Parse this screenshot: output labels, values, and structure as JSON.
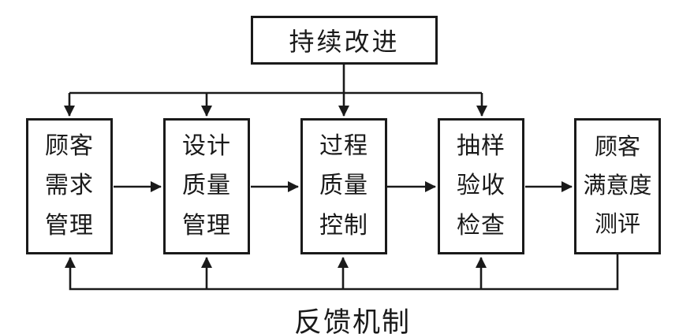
{
  "diagram": {
    "title_box": {
      "label": "持续改进"
    },
    "process_boxes": [
      {
        "id": "customer-requirements-management",
        "label": "顾客\n需求\n管理"
      },
      {
        "id": "design-quality-management",
        "label": "设计\n质量\n管理"
      },
      {
        "id": "process-quality-control",
        "label": "过程\n质量\n控制"
      },
      {
        "id": "sampling-acceptance-inspection",
        "label": "抽样\n验收\n检查"
      },
      {
        "id": "customer-satisfaction-evaluation",
        "label": "顾客\n满意度\n测评"
      }
    ],
    "flow_arrows": [
      "customer-requirements-management → design-quality-management",
      "design-quality-management → process-quality-control",
      "process-quality-control → sampling-acceptance-inspection",
      "sampling-acceptance-inspection → customer-satisfaction-evaluation"
    ],
    "feedback_label": "反馈机制",
    "colors": {
      "line": "#1a1a1a",
      "text": "#1a1a1a",
      "background": "#ffffff"
    }
  }
}
